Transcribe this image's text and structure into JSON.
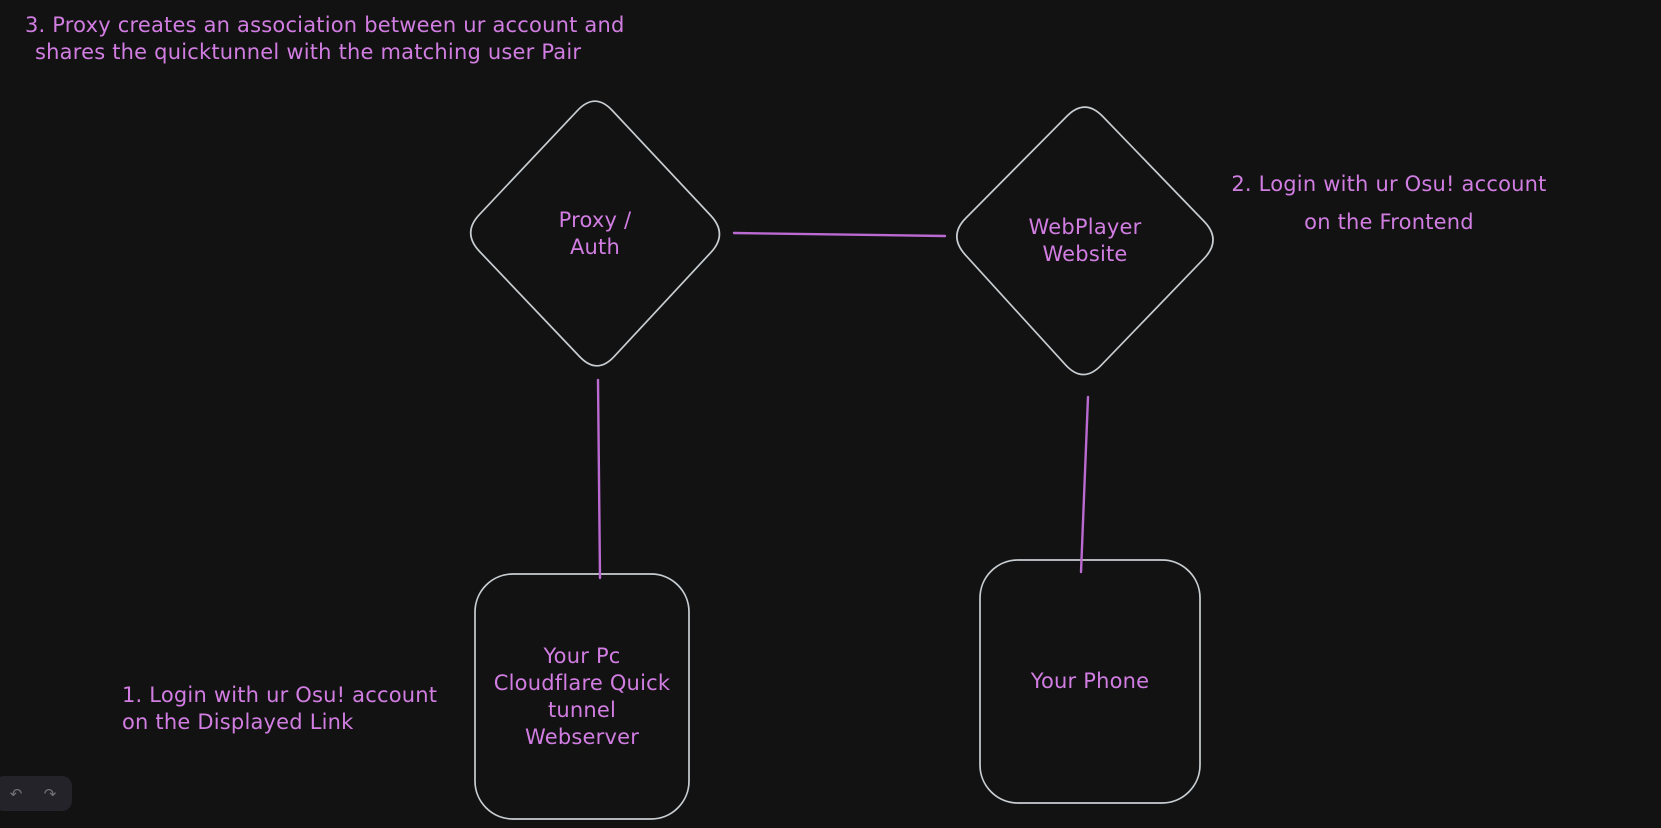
{
  "app": {
    "background_color": "#121212"
  },
  "colors": {
    "accent_text": "#d17de2",
    "connector_line": "#ba6ad0",
    "shape_outline": "#d3d8dc",
    "island_background": "#232329",
    "island_icon": "#72727b"
  },
  "annotations": {
    "note1": {
      "lines": [
        "1. Login with ur Osu! account",
        "on the Displayed Link"
      ]
    },
    "note2": {
      "lines": [
        "2. Login with ur Osu! account",
        "on the Frontend"
      ]
    },
    "note3": {
      "lines": [
        "3. Proxy creates an association between ur account and",
        "shares the quicktunnel with the matching user Pair"
      ]
    }
  },
  "nodes": {
    "proxy_auth": {
      "shape": "diamond",
      "label": "Proxy /\nAuth"
    },
    "webplayer": {
      "shape": "diamond",
      "label": "WebPlayer\nWebsite"
    },
    "pc_tunnel": {
      "shape": "rounded-rectangle",
      "label": "Your Pc\nCloudflare Quick\ntunnel\nWebserver"
    },
    "phone": {
      "shape": "rounded-rectangle",
      "label": "Your Phone"
    }
  },
  "toolbar": {
    "undo_icon": "↶",
    "redo_icon": "↷"
  }
}
